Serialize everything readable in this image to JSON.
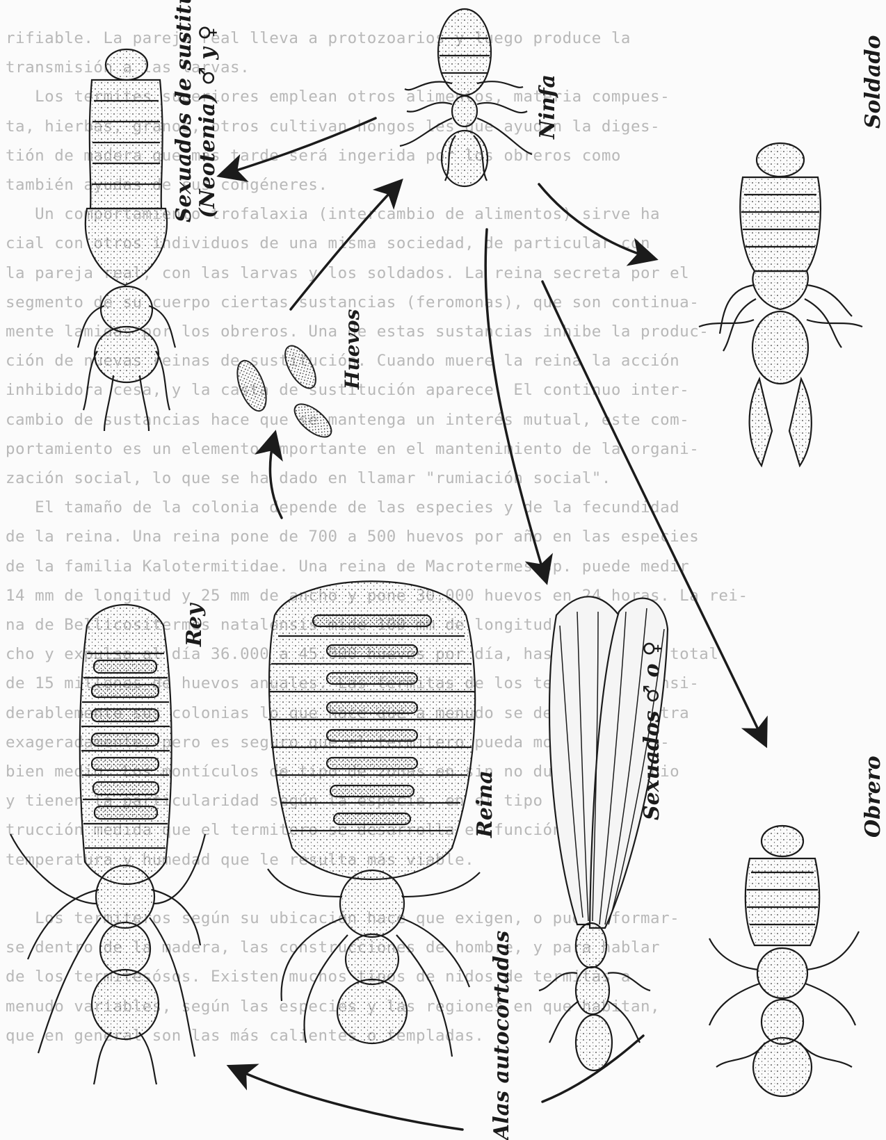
{
  "background_text": [
    "rifiable. La pareja real lleva a protozoarios y luego produce la",
    "transmisión a las larvas.",
    "   Los termites superiores emplean otros alimentos, materia compues-",
    "ta, hierbas, granos, otros cultivan hongos les que ayudan la diges-",
    "tión de madera que más tarde será ingerida por los obreros como",
    "también ayudas de sus congéneres.",
    "   Un comportamiento trofalaxia (intercambio de alimentos) sirve ha",
    "cial con otros individuos de una misma sociedad, de particular con",
    "la pareja real, con las larvas y los soldados. La reina secreta por el",
    "segmento de su cuerpo ciertas sustancias (feromonas), que son continua-",
    "mente lamidas por los obreros. Una de estas sustancias inhibe la produc-",
    "ción de nuevas reinas de sustitución. Cuando muere la reina la acción",
    "inhibidora cesa, y la casta de sustitución aparece. El continuo inter-",
    "cambio de sustancias hace que se mantenga un interés mutual, este com-",
    "portamiento es un elemento importante en el mantenimiento de la organi-",
    "zación social, lo que se ha dado en llamar \"rumiación social\".",
    "   El tamaño de la colonia depende de las especies y de la fecundidad",
    "de la reina. Una reina pone de 700 a 500 huevos por año en las especies",
    "de la familia Kalotermitidae. Una reina de Macrotermes sp. puede medir",
    "14 mm de longitud y 25 mm de ancho y pone 30.000 huevos en 24 horas. La rei-",
    "na de Bellicositermes natalensis mide 100 mm de longitud y 25 de an-",
    "cho y expulsa al día 36.000 a 45.000 huevos por día, hasta haber un total",
    "de 15 millones de huevos anuales. Las termitas de los termiteros consi-",
    "derablemente sus colonias lo que hace que a menudo se describan en tra",
    "exageradamente, pero es seguro que el termitero pueda moderar su am-",
    "bien medio. Los montículos de tipo de zonas en sin no duran en cambio",
    "y tienen la particularidad según la especie, en el tipo de cons-",
    "trucción medida que el termitero se desarrolla en función de la",
    "temperatura y humedad que le resulta más viable.",
    "",
    "   Los termiteros según su ubicación hace que exigen, o puede formar-",
    "se dentro de la madera, las construcciones de hombre, y para hablar",
    "de los termitesósos. Existen muchos tipos de nidos de termitas a",
    "menudo variables, según las especies y las regiones en que habitan,",
    "que en general son las más calientes o templadas."
  ],
  "labels": {
    "ninfa": "Ninfa",
    "soldado": "Soldado",
    "sustitucion_line1": "Sexuados de sustitución",
    "sustitucion_line2": "(Neotenia) ♂ y ♀",
    "huevos": "Huevos",
    "rey": "Rey",
    "reina": "Reina",
    "sexuados": "Sexuados ♂ o ♀",
    "obrero": "Obrero",
    "alas": "Alas autocortadas"
  },
  "colors": {
    "ink": "#1b1b1b",
    "paper": "#fbfbfb",
    "background_text": "#b8b8b8"
  }
}
